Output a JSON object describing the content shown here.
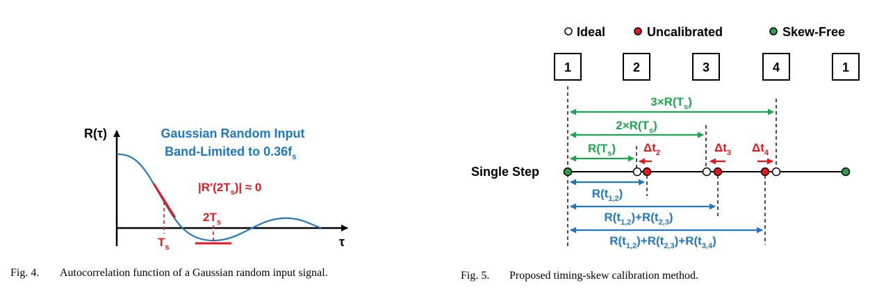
{
  "fig4": {
    "y_axis_label": "R(τ)",
    "x_axis_label": "τ",
    "title_line1": "Gaussian Random Input",
    "title_line2": "Band-Limited to 0.36f",
    "title_line2_sub": "s",
    "derivative_pre": "|R'(2T",
    "derivative_sub": "s",
    "derivative_post": ")| ≈ 0",
    "ts_label": "T",
    "ts_sub": "s",
    "two_ts_label": "2T",
    "two_ts_sub": "s",
    "caption_num": "Fig. 4.",
    "caption_text": "Autocorrelation function of a Gaussian random input signal.",
    "colors": {
      "curve": "#1f77c0",
      "highlight": "#e8161b",
      "axis": "#000000"
    }
  },
  "fig5": {
    "legend": [
      {
        "label": "Ideal",
        "marker": "open-circle"
      },
      {
        "label": "Uncalibrated",
        "marker": "red-dot"
      },
      {
        "label": "Skew-Free",
        "marker": "green-dot"
      }
    ],
    "channel_boxes": [
      "1",
      "2",
      "3",
      "4",
      "1"
    ],
    "row_label": "Single Step",
    "green_labels": [
      {
        "pre": "3×R(T",
        "sub": "s",
        "post": ")"
      },
      {
        "pre": "2×R(T",
        "sub": "s",
        "post": ")"
      },
      {
        "pre": "R(T",
        "sub": "s",
        "post": ")"
      }
    ],
    "delta_labels": [
      {
        "pre": "Δt",
        "sub": "2"
      },
      {
        "pre": "Δt",
        "sub": "3"
      },
      {
        "pre": "Δt",
        "sub": "4"
      }
    ],
    "blue_labels": [
      {
        "pre": "R(t",
        "sub": "1,2",
        "post": ")"
      },
      {
        "pre": "R(t",
        "sub": "1,2",
        "post": ")+R(t",
        "sub2": "2,3",
        "post2": ")"
      },
      {
        "pre": "R(t",
        "sub": "1,2",
        "post": ")+R(t",
        "sub2": "2,3",
        "post2": ")+R(t",
        "sub3": "3,4",
        "post3": ")"
      }
    ],
    "caption_num": "Fig. 5.",
    "caption_text": "Proposed timing-skew calibration method.",
    "colors": {
      "green": "#1aa64a",
      "red": "#e8161b",
      "blue": "#1f77c0",
      "dot_green": "#2e9e4b"
    }
  }
}
